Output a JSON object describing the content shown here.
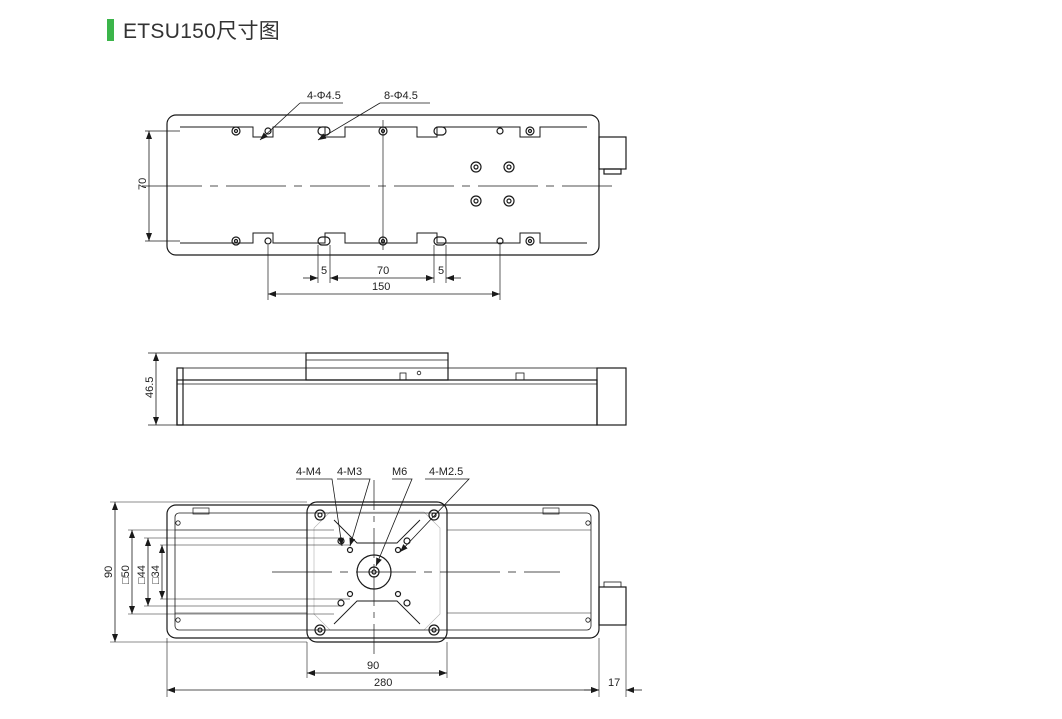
{
  "title": "ETSU150尺寸图",
  "colors": {
    "accent": "#3bb54a",
    "line": "#1a1a1a",
    "title_text": "#333333"
  },
  "top_view": {
    "callouts": [
      "4-Φ4.5",
      "8-Φ4.5"
    ],
    "dims": {
      "height": "70",
      "slot_offset_left": "5",
      "hole_pitch": "70",
      "slot_offset_right": "5",
      "total_pitch": "150"
    }
  },
  "side_view": {
    "dims": {
      "height": "46.5"
    }
  },
  "front_view": {
    "callouts": [
      "4-M4",
      "4-M3",
      "M6",
      "4-M2.5"
    ],
    "dims": {
      "height": "90",
      "sq50": "□50",
      "sq44": "□44",
      "sq34": "□34",
      "carriage_width": "90",
      "total_length": "280",
      "motor_offset": "17"
    }
  }
}
